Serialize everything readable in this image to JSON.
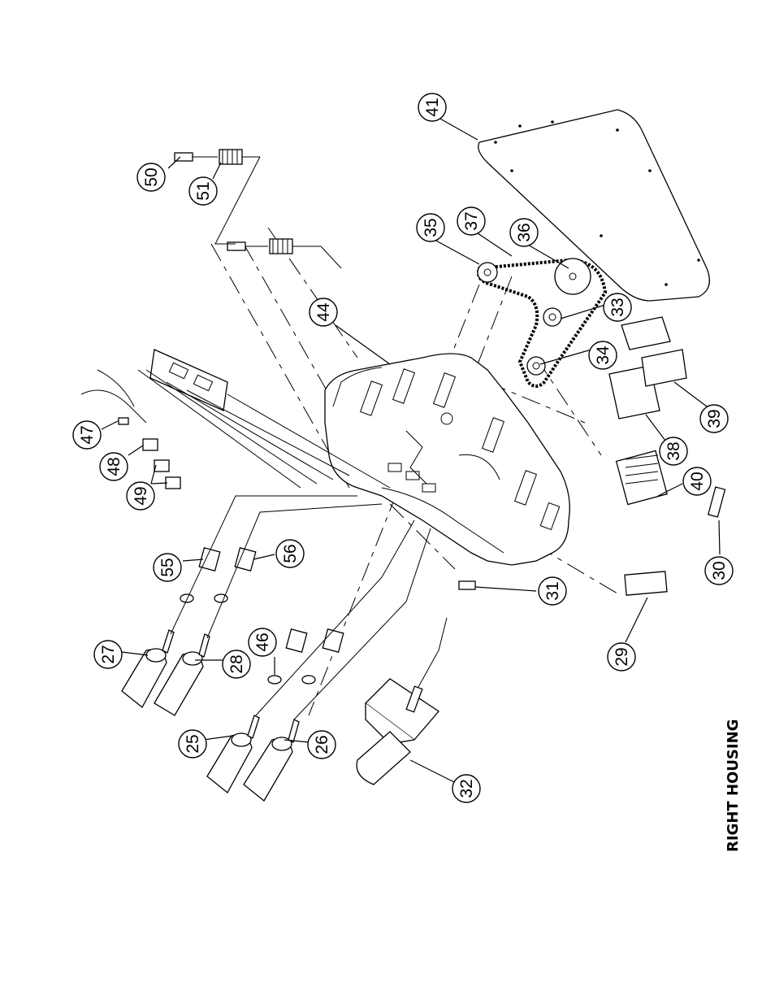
{
  "title": "RIGHT HOUSING",
  "parts": [
    "25",
    "26",
    "27",
    "28",
    "29",
    "30",
    "31",
    "32",
    "33",
    "34",
    "35",
    "36",
    "37",
    "38",
    "39",
    "40",
    "41",
    "44",
    "46",
    "47",
    "48",
    "49",
    "50",
    "51",
    "55",
    "56"
  ]
}
